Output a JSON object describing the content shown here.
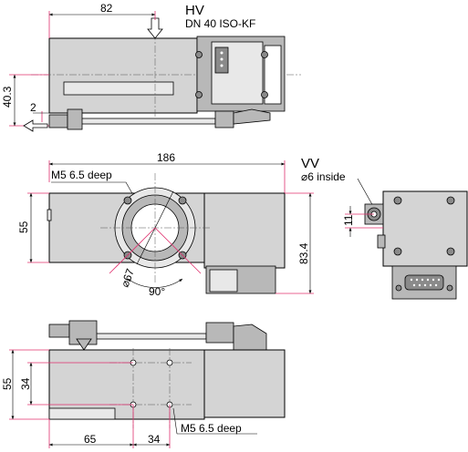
{
  "top_view": {
    "width_dim": "82",
    "height_dim": "40.3",
    "offset_dim": "2",
    "port_label": "HV",
    "port_spec": "DN 40 ISO-KF"
  },
  "front_view": {
    "overall_width": "186",
    "thread_note": "M5  6.5 deep",
    "height_dim": "55",
    "total_height": "83.4",
    "bolt_circle": "⌀67",
    "angle": "90°"
  },
  "side_view": {
    "port_label": "VV",
    "port_spec": "⌀6 inside",
    "port_offset": "11"
  },
  "bottom_view": {
    "height_dim": "55",
    "hole_spacing_v": "34",
    "offset_dim": "65",
    "hole_spacing_h": "34",
    "thread_note": "M5  6.5 deep"
  }
}
